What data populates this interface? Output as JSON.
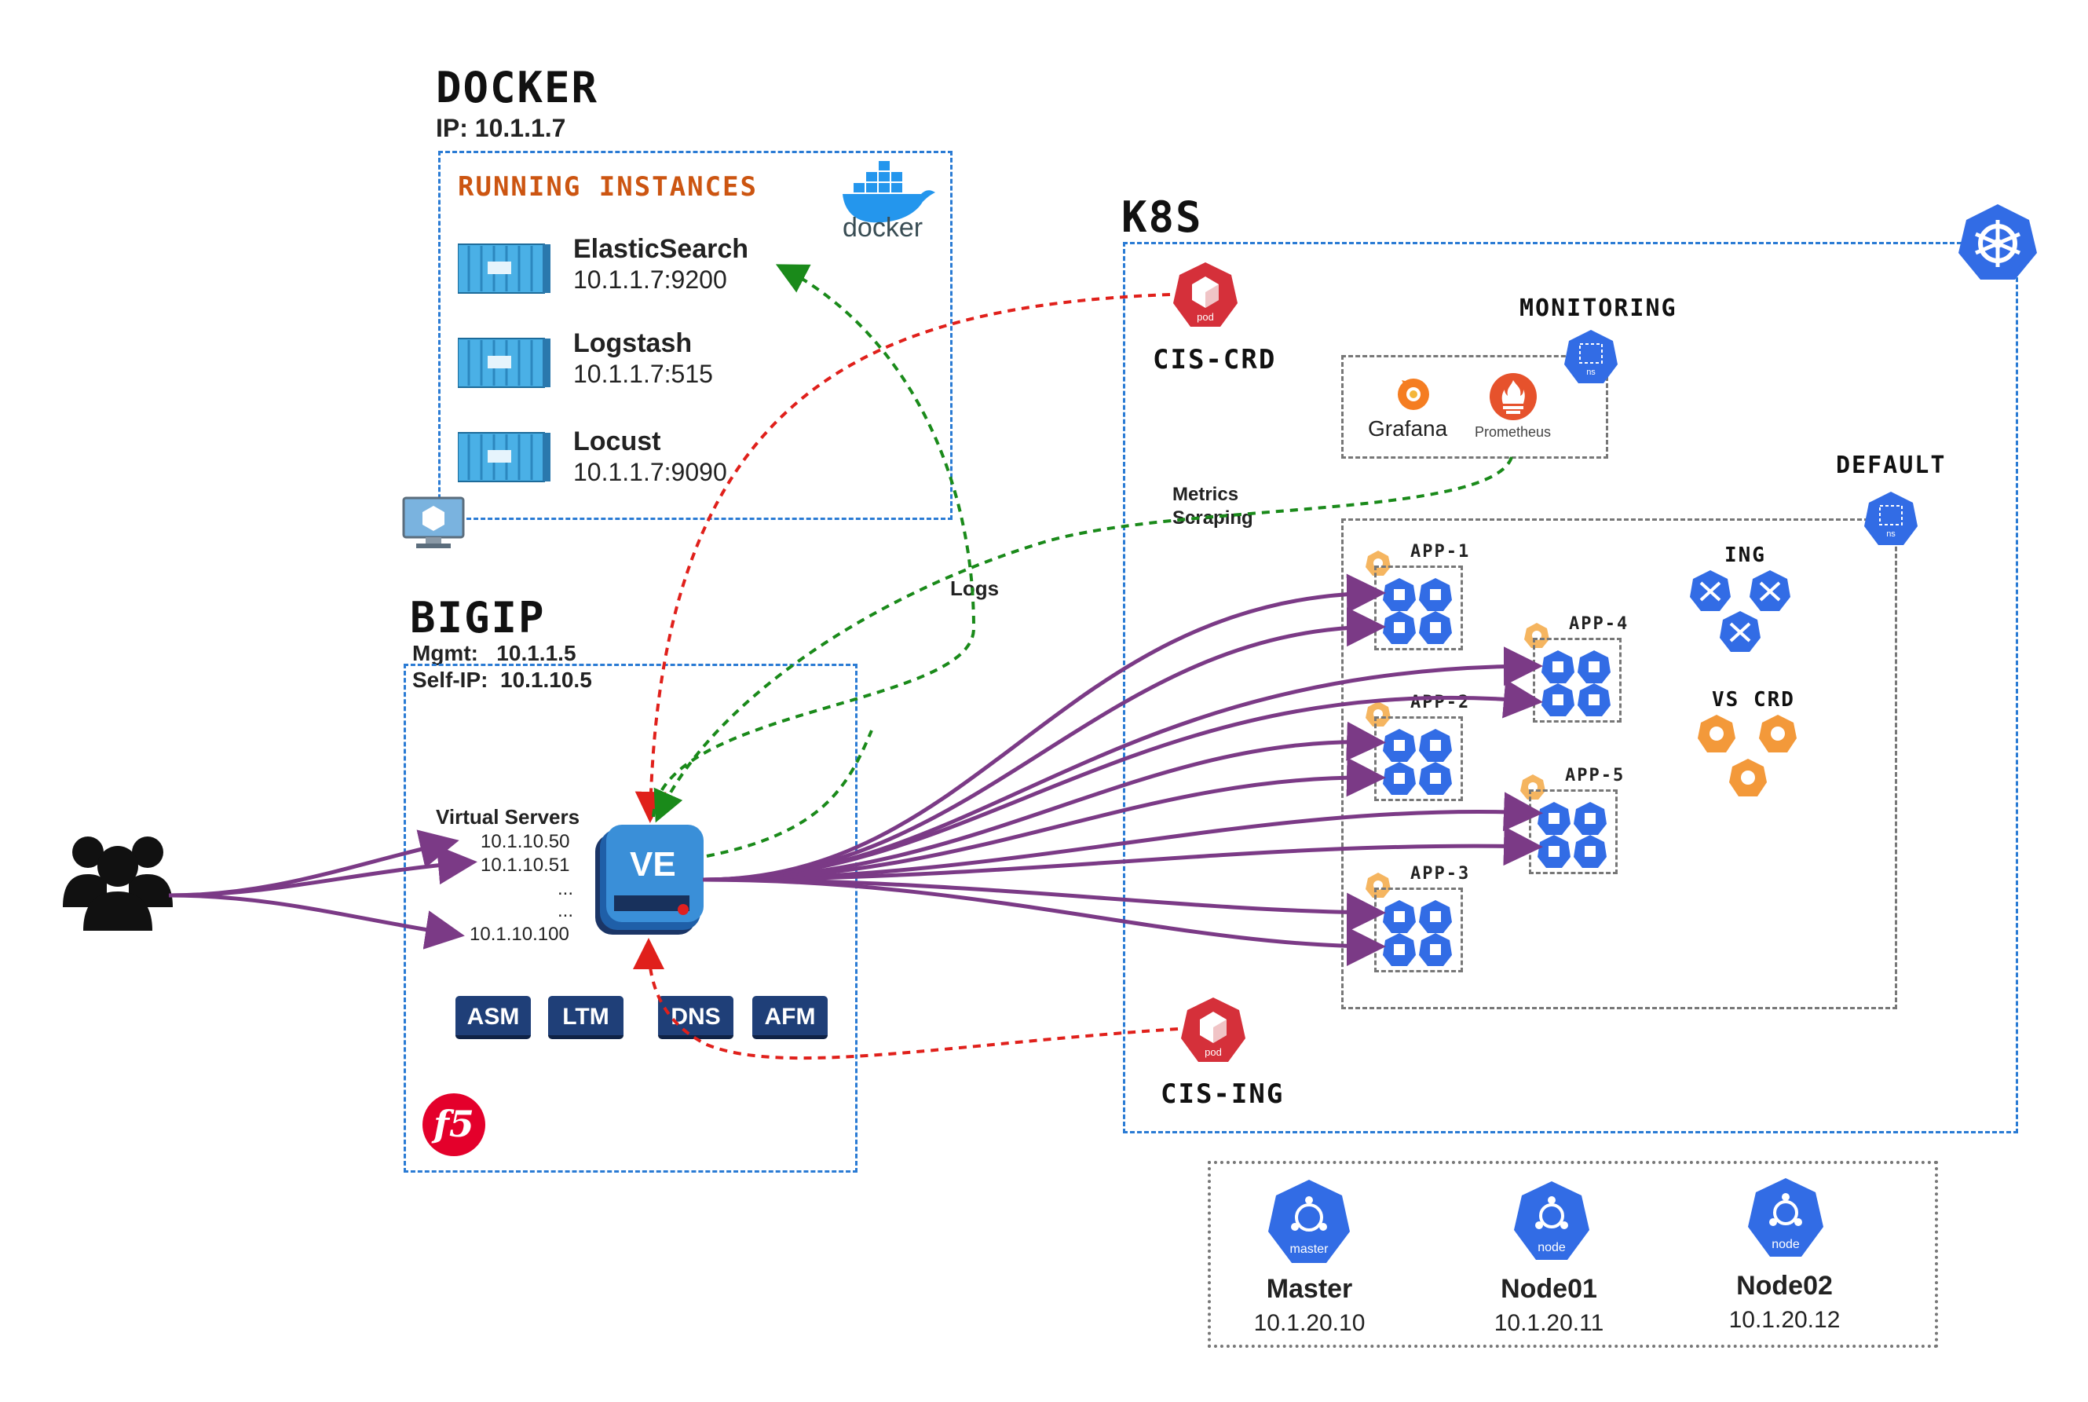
{
  "docker": {
    "title": "DOCKER",
    "ip": "IP: 10.1.1.7",
    "running_title": "RUNNING INSTANCES",
    "logo_text": "docker",
    "instances": [
      {
        "name": "ElasticSearch",
        "addr": "10.1.1.7:9200"
      },
      {
        "name": "Logstash",
        "addr": "10.1.1.7:515"
      },
      {
        "name": "Locust",
        "addr": "10.1.1.7:9090"
      }
    ]
  },
  "bigip": {
    "title": "BIGIP",
    "mgmt": "Mgmt:   10.1.1.5",
    "self_ip": "Self-IP:  10.1.10.5",
    "vs_title": "Virtual Servers",
    "vs": [
      "10.1.10.50",
      "10.1.10.51",
      "...",
      "...",
      "10.1.10.100"
    ],
    "ve_label": "VE",
    "modules": [
      "ASM",
      "LTM",
      "DNS",
      "AFM"
    ],
    "f5_logo": "f5"
  },
  "k8s": {
    "title": "K8S",
    "cis_crd": "CIS-CRD",
    "cis_ing": "CIS-ING",
    "pod_text": "pod",
    "monitoring": "MONITORING",
    "grafana": "Grafana",
    "prometheus": "Prometheus",
    "default_ns": "DEFAULT",
    "ns_text": "ns",
    "apps": [
      "APP-1",
      "APP-2",
      "APP-3",
      "APP-4",
      "APP-5"
    ],
    "ing": "ING",
    "vs_crd": "VS CRD"
  },
  "edges": {
    "logs": "Logs",
    "metrics": "Metrics",
    "scraping": "Scraping"
  },
  "nodes": [
    {
      "name": "Master",
      "ip": "10.1.20.10",
      "badge": "master"
    },
    {
      "name": "Node01",
      "ip": "10.1.20.11",
      "badge": "node"
    },
    {
      "name": "Node02",
      "ip": "10.1.20.12",
      "badge": "node"
    }
  ],
  "colors": {
    "blue_dash": "#2a7bd4",
    "purple": "#7b3a86",
    "red_dash": "#e0201b",
    "green_dash": "#1a8a1a",
    "k8s_blue": "#326ce5",
    "pod_red": "#d5303a",
    "module_navy": "#1f3f78",
    "orange": "#f3993a"
  }
}
